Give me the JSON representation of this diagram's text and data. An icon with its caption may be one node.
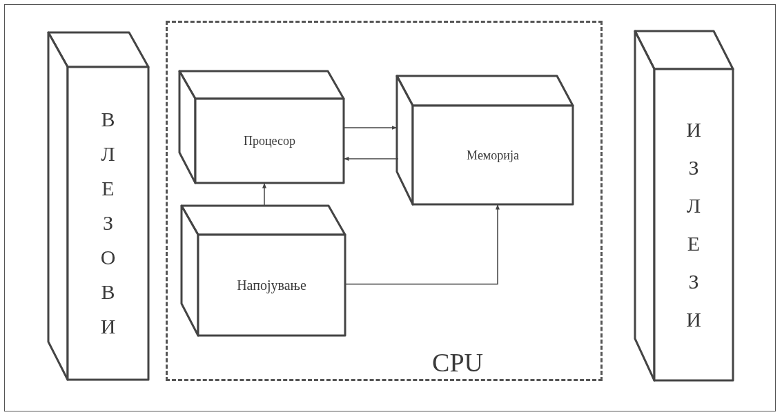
{
  "diagram": {
    "nodes": [
      {
        "text": [
          "ВЛЕЗОВИ"
        ]
      },
      {
        "text": [
          "CPU"
        ]
      },
      {
        "text": [
          "Процесор"
        ],
        "in": 1
      },
      {
        "text": [
          "Меморија"
        ],
        "in": 1
      },
      {
        "text": [
          "Напојување"
        ],
        "in": 1
      },
      {
        "text": [
          "ИЗЛЕЗИ"
        ]
      }
    ],
    "edges": [
      {
        "from": 2,
        "to": 3,
        "arrow": "to"
      },
      {
        "from": 3,
        "to": 2,
        "arrow": "to"
      },
      {
        "from": 4,
        "to": 2,
        "arrow": "to"
      },
      {
        "from": 4,
        "to": 3,
        "arrow": "to"
      }
    ]
  }
}
